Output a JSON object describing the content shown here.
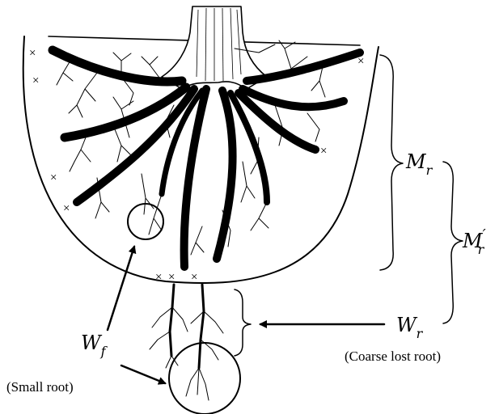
{
  "labels": {
    "mr": {
      "base": "M",
      "sub": "r"
    },
    "mr_prime": {
      "base": "M",
      "sub": "r",
      "prime": "′"
    },
    "wr": {
      "base": "W",
      "sub": "r"
    },
    "wf": {
      "base": "W",
      "sub": "f"
    },
    "coarse_lost_root": "(Coarse lost root)",
    "small_root": "(Small root)"
  },
  "markers": {
    "cross": "×"
  }
}
